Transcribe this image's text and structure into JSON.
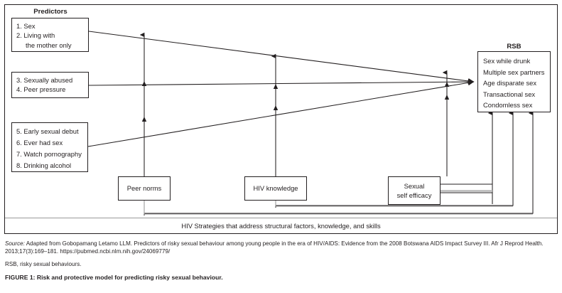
{
  "figure": {
    "predictors_label": "Predictors",
    "outcome_label": "RSB",
    "predictor_boxes": [
      {
        "id": "predictors-group-1",
        "lines": [
          "1. Sex",
          "2. Living with",
          "the mother only"
        ]
      },
      {
        "id": "predictors-group-2",
        "lines": [
          "3. Sexually abused",
          "4. Peer pressure"
        ]
      },
      {
        "id": "predictors-group-3",
        "lines": [
          "5. Early sexual debut",
          "6. Ever had sex",
          "7. Watch pornography",
          "8. Drinking alcohol"
        ]
      }
    ],
    "outcome_items": [
      "Sex while drunk",
      "Multiple sex partners",
      "Age disparate sex",
      "Transactional sex",
      "Condomless sex"
    ],
    "mediators": [
      {
        "id": "peer-norms",
        "lines": [
          "Peer norms"
        ]
      },
      {
        "id": "hiv-knowledge",
        "lines": [
          "HIV knowledge"
        ]
      },
      {
        "id": "sexual-self-efficacy",
        "lines": [
          "Sexual",
          "self efficacy"
        ]
      }
    ],
    "strategies_bar": "HIV Strategies that address structural factors, knowledge, and skills",
    "colors": {
      "line": "#231f20",
      "grey_line": "#808080",
      "text": "#231f20",
      "background": "#ffffff"
    }
  },
  "caption": {
    "source_label": "Source:",
    "source_text": " Adapted from Gobopamang Letamo LLM. Predictors of risky sexual behaviour among young people in the era of HIV/AIDS: Evidence from the 2008 Botswana AIDS Impact Survey III. Afr J Reprod Health. 2013;17(3):169–181. https://pubmed.ncbi.nlm.nih.gov/24069779/",
    "abbreviation": "RSB, risky sexual behaviours.",
    "figure_caption": "FIGURE 1: Risk and protective model for predicting risky sexual behaviour."
  }
}
